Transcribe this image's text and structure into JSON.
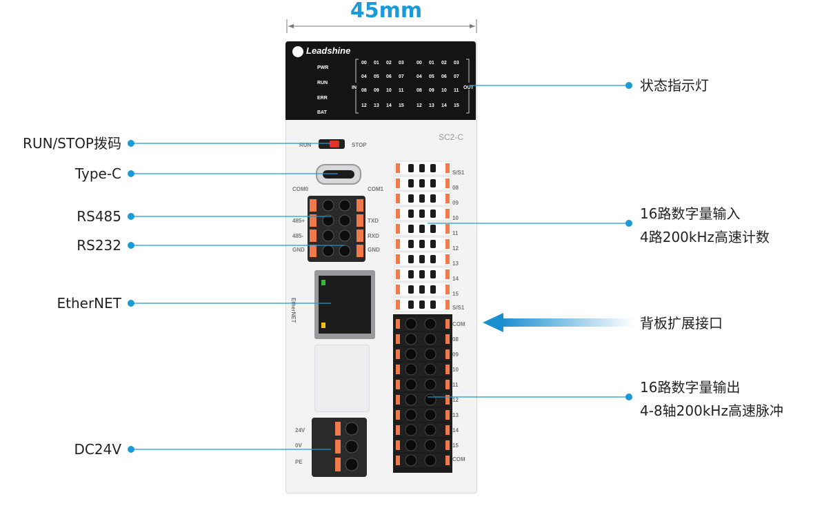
{
  "dimension": "45mm",
  "device": {
    "brand": "Leadshine",
    "model": "SC2-C",
    "status_labels": [
      "PWR",
      "RUN",
      "ERR",
      "BAT"
    ],
    "in_label": "IN",
    "out_label": "OUT",
    "led_rows": [
      [
        "00",
        "01",
        "02",
        "03"
      ],
      [
        "04",
        "05",
        "06",
        "07"
      ],
      [
        "08",
        "09",
        "10",
        "11"
      ],
      [
        "12",
        "13",
        "14",
        "15"
      ]
    ],
    "switch_left": "RUN",
    "switch_right": "STOP",
    "com0": "COM0",
    "com1": "COM1",
    "serial_pins": [
      "485+",
      "485-",
      "RXD",
      "TXD",
      "GND"
    ],
    "ethernet_text": "EtherNET",
    "power_pins": [
      "24V",
      "0V",
      "PE"
    ],
    "input_terms": [
      "S/S1",
      "08",
      "09",
      "10",
      "11",
      "12",
      "13",
      "14",
      "15",
      "S/S1"
    ],
    "output_terms": [
      "COM",
      "08",
      "09",
      "10",
      "11",
      "12",
      "13",
      "14",
      "15",
      "COM"
    ]
  },
  "callouts": {
    "status_led": "状态指示灯",
    "run_stop": "RUN/STOP拨码",
    "type_c": "Type-C",
    "rs485": "RS485",
    "rs232": "RS232",
    "ethernet": "EtherNET",
    "dc24v": "DC24V",
    "input_line1": "16路数字量输入",
    "input_line2": "4路200kHz高速计数",
    "backplane": "背板扩展接口",
    "output_line1": "16路数字量输出",
    "output_line2": "4-8轴200kHz高速脉冲"
  },
  "colors": {
    "accent": "#1a9bd7",
    "terminal_orange": "#f07a4a",
    "terminal_black": "#1b1b1b"
  }
}
